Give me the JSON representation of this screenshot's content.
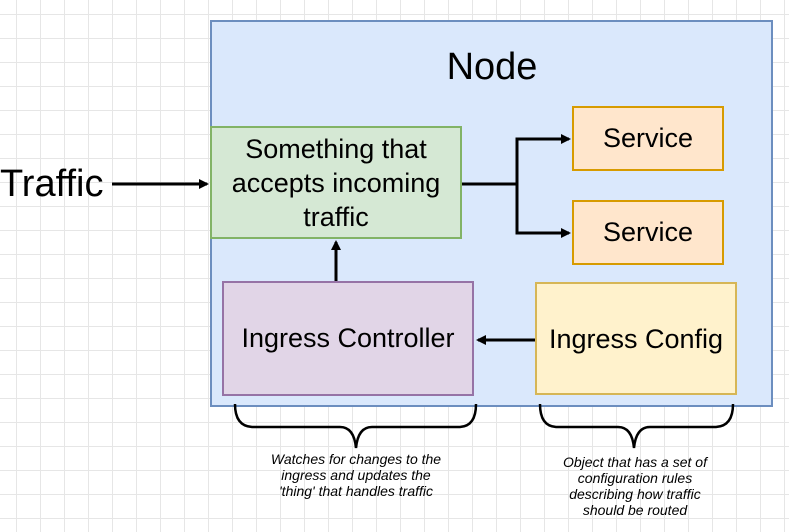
{
  "diagram": {
    "node_title": "Node",
    "traffic_label": "Traffic",
    "accept_box_text": "Something that accepts incoming traffic",
    "services": [
      {
        "label": "Service"
      },
      {
        "label": "Service"
      }
    ],
    "ingress_controller_label": "Ingress Controller",
    "ingress_config_label": "Ingress Config",
    "controller_note": "Watches for changes to the\ningress and updates the\n'thing' that handles traffic",
    "config_note": "Object that has a set of\nconfiguration rules\ndescribing how traffic\nshould be routed"
  },
  "colors": {
    "node_fill": "#dae8fc",
    "node_stroke": "#6c8ebf",
    "accept_fill": "#d5e8d4",
    "accept_stroke": "#82b366",
    "service_fill": "#ffe6cc",
    "service_stroke": "#d79b00",
    "controller_fill": "#e1d5e7",
    "controller_stroke": "#9673a6",
    "config_fill": "#fff2cc",
    "config_stroke": "#d6b656"
  }
}
